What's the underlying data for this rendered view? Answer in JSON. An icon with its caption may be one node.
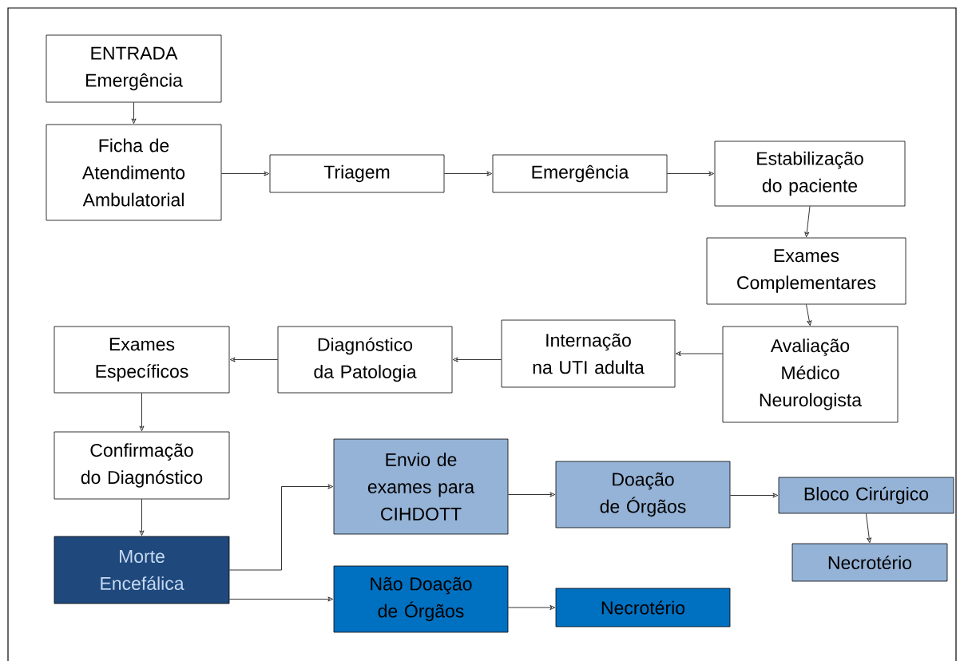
{
  "diagram": {
    "nodes": [
      {
        "text": [
          "ENTRADA",
          "Emergência"
        ]
      },
      {
        "text": [
          "Ficha de Atendimento Ambulatorial"
        ]
      },
      {
        "text": [
          "Triagem"
        ]
      },
      {
        "text": [
          "Emergência"
        ]
      },
      {
        "text": [
          "Estabilização do paciente"
        ]
      },
      {
        "text": [
          "Exames Complementares"
        ]
      },
      {
        "text": [
          "Avaliação Médico Neurologista"
        ]
      },
      {
        "text": [
          "Internação na UTI adulta"
        ]
      },
      {
        "text": [
          "Diagnóstico da Patologia"
        ]
      },
      {
        "text": [
          "Exames Específicos"
        ]
      },
      {
        "text": [
          "Confirmação do Diagnóstico"
        ]
      },
      {
        "text": [
          "Morte Encefálica"
        ]
      },
      {
        "text": [
          "Envio de exames para CIHDOTT"
        ]
      },
      {
        "text": [
          "Doação de Órgãos"
        ]
      },
      {
        "text": [
          "Bloco Cirúrgico"
        ]
      },
      {
        "text": [
          "Necrotério"
        ]
      },
      {
        "text": [
          "Não Doação de Órgãos"
        ]
      },
      {
        "text": [
          "Necrotério"
        ]
      }
    ],
    "edges": [
      {
        "from": 0,
        "to": 1,
        "arrow": "to"
      },
      {
        "from": 1,
        "to": 2,
        "arrow": "to"
      },
      {
        "from": 2,
        "to": 3,
        "arrow": "to"
      },
      {
        "from": 3,
        "to": 4,
        "arrow": "to"
      },
      {
        "from": 4,
        "to": 5,
        "arrow": "to"
      },
      {
        "from": 5,
        "to": 6,
        "arrow": "to"
      },
      {
        "from": 6,
        "to": 7,
        "arrow": "to"
      },
      {
        "from": 7,
        "to": 8,
        "arrow": "to"
      },
      {
        "from": 8,
        "to": 9,
        "arrow": "to"
      },
      {
        "from": 9,
        "to": 10,
        "arrow": "to"
      },
      {
        "from": 10,
        "to": 11,
        "arrow": "to"
      },
      {
        "from": 11,
        "to": 12,
        "arrow": "to"
      },
      {
        "from": 11,
        "to": 16,
        "arrow": "to"
      },
      {
        "from": 12,
        "to": 13,
        "arrow": "to"
      },
      {
        "from": 13,
        "to": 14,
        "arrow": "to"
      },
      {
        "from": 14,
        "to": 15,
        "arrow": "to"
      },
      {
        "from": 16,
        "to": 17,
        "arrow": "to"
      }
    ]
  }
}
